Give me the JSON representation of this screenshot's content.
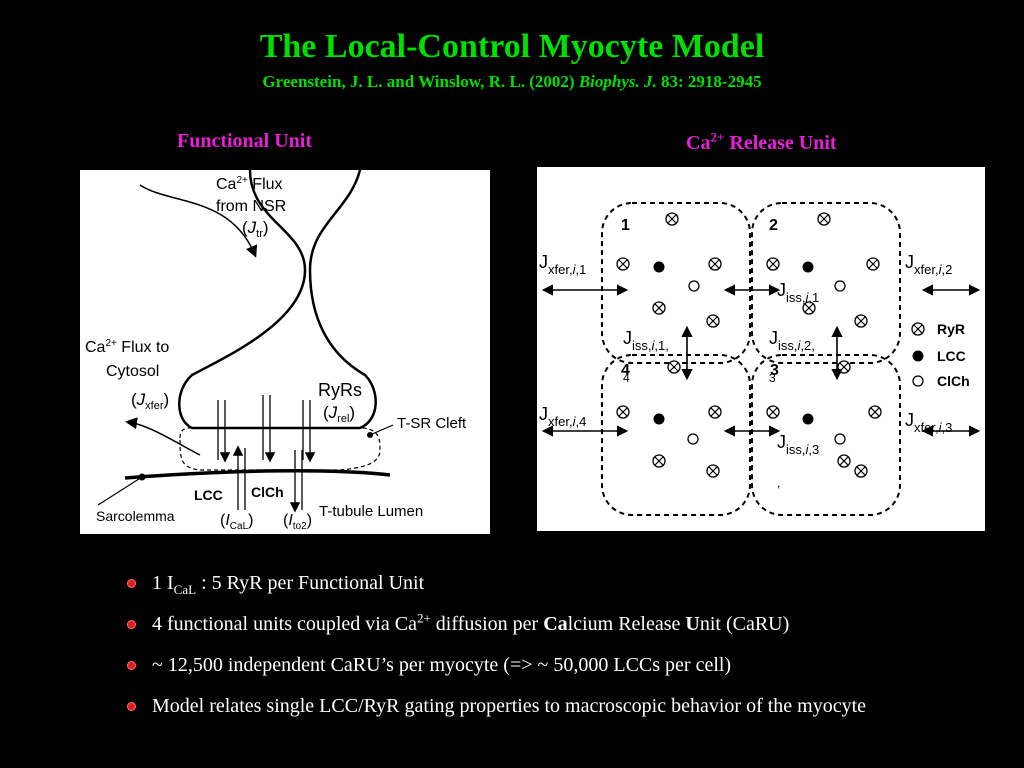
{
  "slide": {
    "title": "The Local-Control Myocyte Model",
    "citation": {
      "authors": "Greenstein, J. L. and Winslow, R. L. (2002) ",
      "journal": "Biophys. J.",
      "ref": " 83: 2918-2945"
    }
  },
  "functional_unit": {
    "heading": "Functional Unit",
    "flux_nsr_1": "Ca",
    "flux_nsr_sup": "2+",
    "flux_nsr_2": " Flux",
    "flux_nsr_3": "from NSR",
    "jtr_J": "J",
    "jtr_sub": "tr",
    "flux_cyt_1": "Ca",
    "flux_cyt_sup": "2+",
    "flux_cyt_2": " Flux to",
    "flux_cyt_3": "Cytosol",
    "jxfer_J": "J",
    "jxfer_sub": "xfer",
    "ryrs": "RyRs",
    "jrel_J": "J",
    "jrel_sub": "rel",
    "tsr_cleft": "T-SR Cleft",
    "lcc": "LCC",
    "clch": "ClCh",
    "sarcolemma": "Sarcolemma",
    "icaL_I": "I",
    "icaL_sub": "CaL",
    "ito2_I": "I",
    "ito2_sub": "to2",
    "ttubule": "T-tubule Lumen"
  },
  "release_unit": {
    "heading": "Ca",
    "heading_sup": "2+",
    "heading_2": " Release Unit",
    "unit_numbers": [
      "1",
      "2",
      "3",
      "4"
    ],
    "jxfer_J": "J",
    "jxfer_sub": [
      "xfer,",
      "i",
      ",1"
    ],
    "jxfer2_sub": [
      "xfer,",
      "i",
      ",2"
    ],
    "jxfer3_sub": [
      "xfer,",
      "i",
      ",3"
    ],
    "jxfer4_sub": [
      "xfer,",
      "i",
      ",4"
    ],
    "jiss_J": "J",
    "jiss1_sub": [
      "iss,",
      "i",
      ",1"
    ],
    "jiss14_sub": [
      "iss,",
      "i",
      ",1,"
    ],
    "jiss14_extra": "4",
    "jiss2_sub": [
      "iss,",
      "i",
      ",2,"
    ],
    "jiss2_extra": "3",
    "jiss3_sub": [
      "iss,",
      "i",
      ",3"
    ],
    "jiss3_extra": ",",
    "legend": [
      "RyR",
      "LCC",
      "ClCh"
    ]
  },
  "bullets": {
    "b1_a": "1 I",
    "b1_sub": "CaL",
    "b1_b": " : 5 RyR per Functional Unit",
    "b2_a": "4 functional units coupled via Ca",
    "b2_sup": "2+",
    "b2_b": " diffusion per ",
    "b2_bold1": "Ca",
    "b2_c": "lcium Release ",
    "b2_bold2": "U",
    "b2_d": "nit (CaRU)",
    "b3": "~ 12,500 independent CaRU’s per myocyte (=> ~ 50,000 LCCs per cell)",
    "b4": "Model relates single LCC/RyR gating properties to macroscopic behavior of the myocyte"
  }
}
